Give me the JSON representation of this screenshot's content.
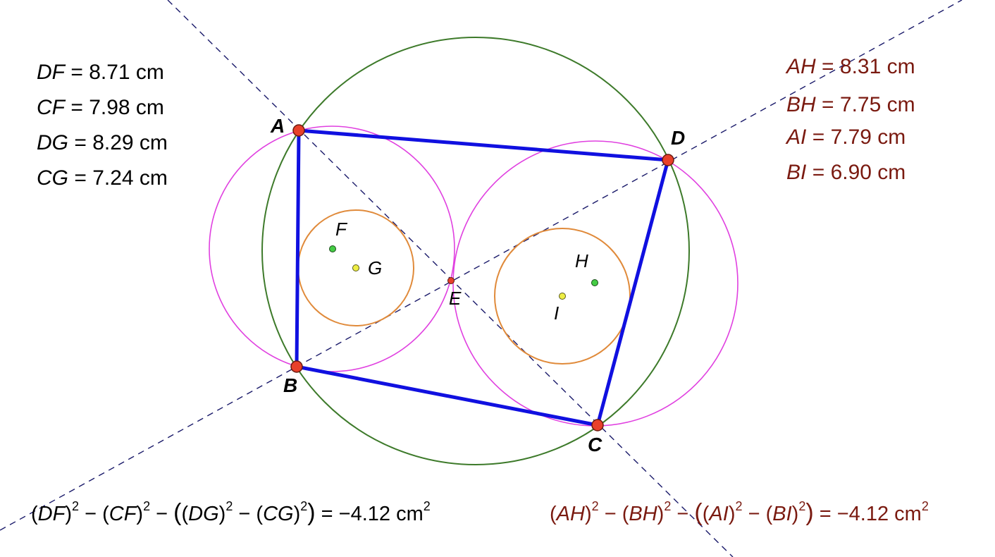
{
  "colors": {
    "quad": "#1010e0",
    "circumcircle": "#3d7a2a",
    "outer_circles": "#e040e0",
    "inner_circles": "#e08a3a",
    "dashed_lines": "#1a1a6a",
    "vertex_fill": "#e8402a",
    "center_green": "#44cc44",
    "center_yellow": "#eeee44",
    "left_text": "#000000",
    "right_text": "#7a1a10"
  },
  "points": {
    "A": "A",
    "B": "B",
    "C": "C",
    "D": "D",
    "E": "E",
    "F": "F",
    "G": "G",
    "H": "H",
    "I": "I"
  },
  "left_measurements": [
    {
      "seg": "DF",
      "value": "8.71 cm"
    },
    {
      "seg": "CF",
      "value": "7.98 cm"
    },
    {
      "seg": "DG",
      "value": "8.29 cm"
    },
    {
      "seg": "CG",
      "value": "7.24 cm"
    }
  ],
  "right_measurements": [
    {
      "seg": "AH",
      "value": "8.31 cm"
    },
    {
      "seg": "BH",
      "value": "7.75 cm"
    },
    {
      "seg": "AI",
      "value": "7.79 cm"
    },
    {
      "seg": "BI",
      "value": "6.90 cm"
    }
  ],
  "formula_left": {
    "t1": "DF",
    "t2": "CF",
    "t3": "DG",
    "t4": "CG",
    "result": "= −4.12 cm"
  },
  "formula_right": {
    "t1": "AH",
    "t2": "BH",
    "t3": "AI",
    "t4": "BI",
    "result": "= −4.12 cm"
  },
  "eq_sign": " = "
}
